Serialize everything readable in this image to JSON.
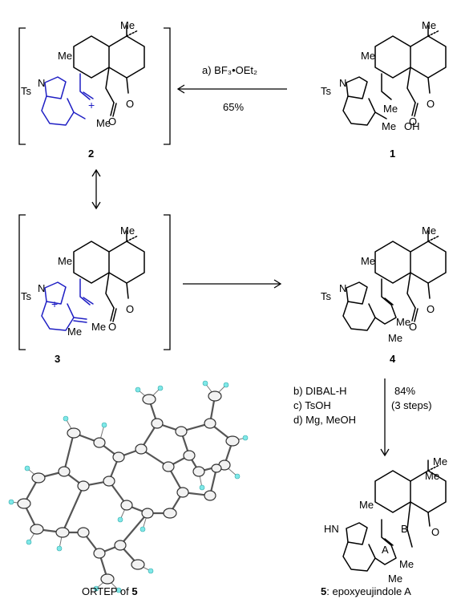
{
  "compounds": {
    "c1": "1",
    "c2": "2",
    "c3": "3",
    "c4": "4",
    "c5": "5"
  },
  "atoms": {
    "Ts": "Ts",
    "N": "N",
    "HN": "HN",
    "Me": "Me",
    "O": "O",
    "OH": "OH",
    "plus": "+"
  },
  "rings": {
    "A": "A",
    "B": "B"
  },
  "reactions": {
    "step_a": "a) BF₃•OEt₂",
    "yield_a": "65%",
    "step_b": "b) DIBAL-H",
    "step_c": "c) TsOH",
    "step_d": "d) Mg, MeOH",
    "yield_bcd": "84%",
    "yield_bcd_steps": "(3 steps)"
  },
  "captions": {
    "ortep_prefix": "ORTEP of ",
    "ortep_num": "5",
    "product_num": "5",
    "product_name": ": epoxyeujindole A"
  },
  "colors": {
    "highlight": "#1f1fc4",
    "oxygen_ortep": "#e03030",
    "nitrogen_ortep": "#6a6ad0",
    "hydrogen_ortep": "#7fe8e8"
  }
}
